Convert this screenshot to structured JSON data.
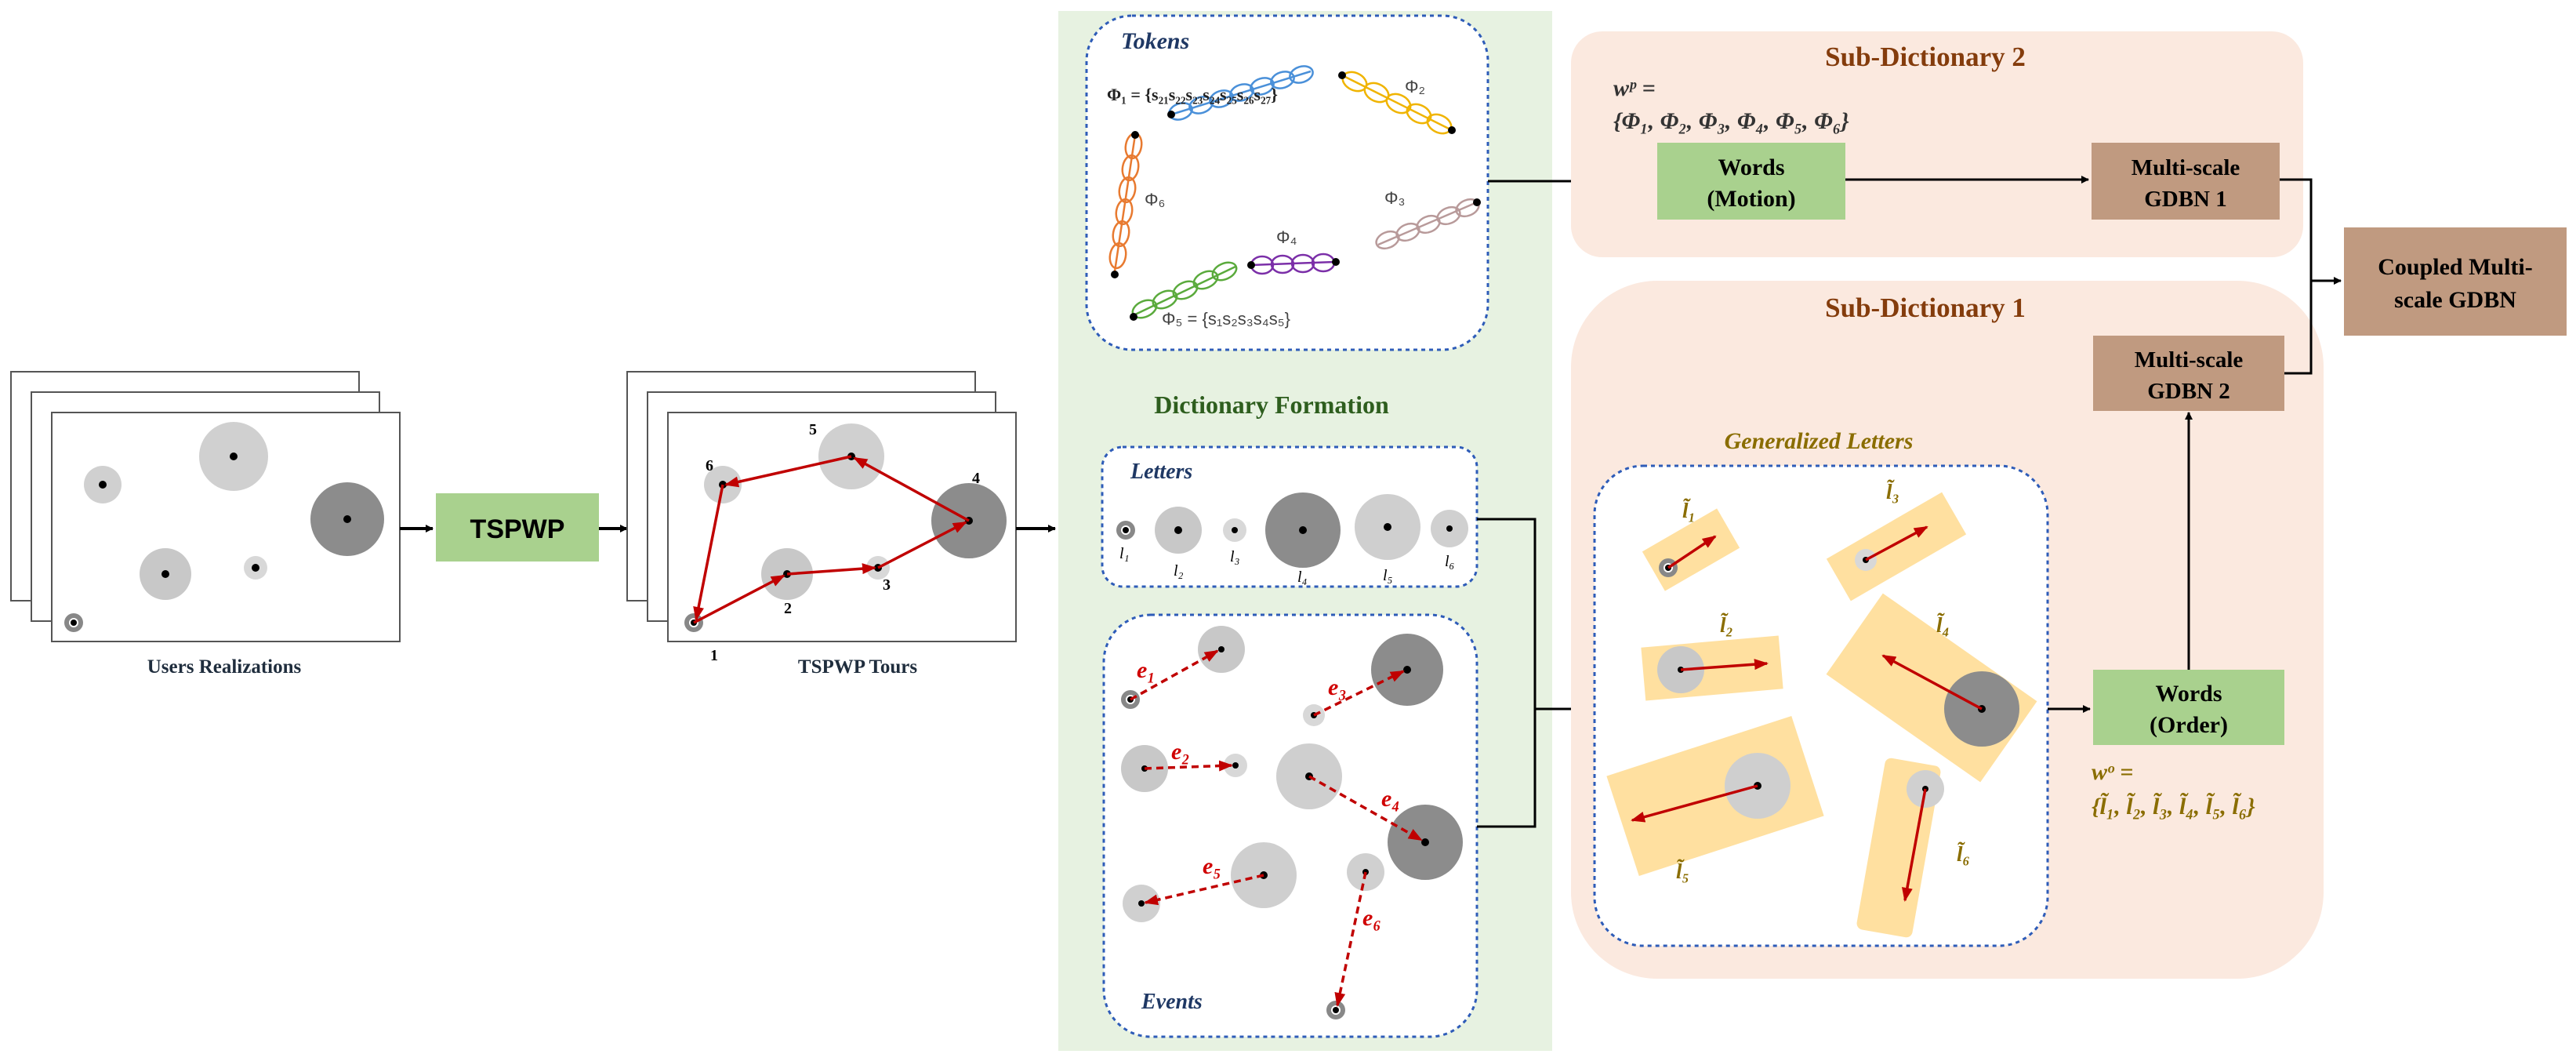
{
  "captions": {
    "users_realizations": "Users Realizations",
    "tspwp_tours": "TSPWP Tours"
  },
  "tspwp_box": "TSPWP",
  "dictionary_formation": "Dictionary Formation",
  "tokens": {
    "title": "Tokens",
    "phi1": "Φ₁ = {s₂₁s₂₂s₂₃s₂₄s₂₅s₂₆s₂₇}",
    "phi2": "Φ₂",
    "phi3": "Φ₃",
    "phi4": "Φ₄",
    "phi5": "Φ₅ = {s₁s₂s₃s₄s₅}",
    "phi6": "Φ₆"
  },
  "letters": {
    "title": "Letters",
    "labels": [
      "l₁",
      "l₂",
      "l₃",
      "l₄",
      "l₅",
      "l₆"
    ]
  },
  "events": {
    "title": "Events",
    "labels": [
      "e₁",
      "e₂",
      "e₃",
      "e₄",
      "e₅",
      "e₆"
    ]
  },
  "tour_numbers": [
    "1",
    "2",
    "3",
    "4",
    "5",
    "6"
  ],
  "sub_dictionary_2": {
    "title": "Sub-Dictionary 2",
    "wp_lhs": "wᵖ =",
    "wp_rhs": "{Φ₁, Φ₂, Φ₃, Φ₄, Φ₅, Φ₆}",
    "words_line1": "Words",
    "words_line2": "(Motion)",
    "gdbn_line1": "Multi-scale",
    "gdbn_line2": "GDBN 1"
  },
  "sub_dictionary_1": {
    "title": "Sub-Dictionary 1",
    "generalized_letters": "Generalized Letters",
    "gl_labels": [
      "l̃₁",
      "l̃₂",
      "l̃₃",
      "l̃₄",
      "l̃₅",
      "l̃₆"
    ],
    "words_line1": "Words",
    "words_line2": "(Order)",
    "wo_lhs": "wᵒ =",
    "wo_rhs": "{l̃₁, l̃₂, l̃₃, l̃₄, l̃₅, l̃₆}",
    "gdbn_line1": "Multi-scale",
    "gdbn_line2": "GDBN 2"
  },
  "coupled": {
    "line1": "Coupled Multi-",
    "line2": "scale GDBN"
  },
  "colors": {
    "green_box": "#a9d18e",
    "brown_box": "#c09a80",
    "peach_bg": "#fbe9df",
    "panel_bg": "#e7f2e1",
    "blue_dash": "#2e5cb8",
    "red_arrow": "#c00000",
    "yellow_rect": "#ffe0a0",
    "sub_title": "#843c0c",
    "gl_title": "#8a6d00",
    "dict_title": "#2e5e1e"
  }
}
